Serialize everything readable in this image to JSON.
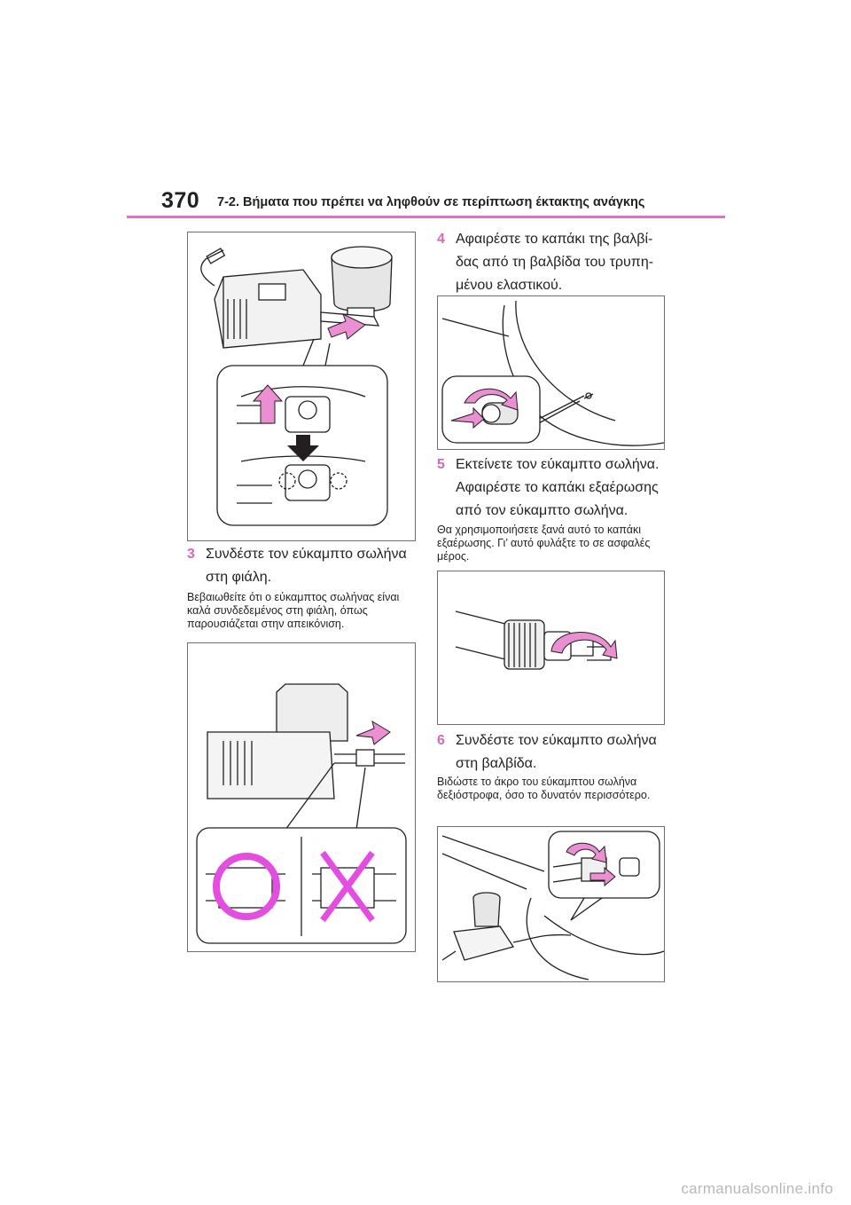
{
  "header": {
    "page_number": "370",
    "section_title": "7-2. Βήματα που πρέπει να ληφθούν σε περίπτωση έκτακτης ανάγκης",
    "accent_color": "#e070c8"
  },
  "left_column": {
    "step3": {
      "number": "3",
      "text": "Συνδέστε τον εύκαμπτο σωλήνα στη φιάλη.",
      "note": "Βεβαιωθείτε ότι ο εύκαμπτος σωλήνας είναι καλά συνδεδεμένος στη φιάλη, όπως παρουσιάζεται στην απεικόνιση."
    }
  },
  "right_column": {
    "step4": {
      "number": "4",
      "text": "Αφαιρέστε το καπάκι της βαλβί-δας από τη βαλβίδα του τρυπη-μένου ελαστικού."
    },
    "step5": {
      "number": "5",
      "text": "Εκτείνετε τον εύκαμπτο σωλήνα. Αφαιρέστε το καπάκι εξαέρωσης από τον εύκαμπτο σωλήνα.",
      "note": "Θα χρησιμοποιήσετε ξανά αυτό το καπάκι εξαέρωσης. Γι’ αυτό φυλάξτε το σε ασφαλές μέρος."
    },
    "step6": {
      "number": "6",
      "text": "Συνδέστε τον εύκαμπτο σωλήνα στη βαλβίδα.",
      "note": "Βιδώστε το άκρο του εύκαμπτου σωλήνα δεξιόστροφα, όσο το δυνατόν περισσότερο."
    }
  },
  "watermark": "carmanualsonline.info"
}
